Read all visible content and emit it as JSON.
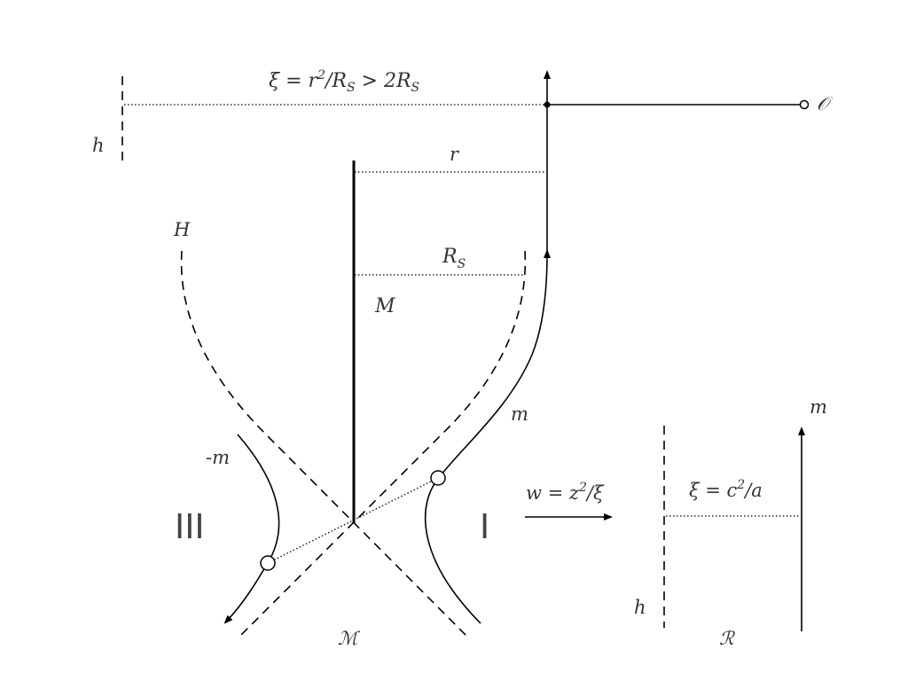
{
  "formula_top": {
    "xi": "ξ",
    "eq1": " = r",
    "exp": "2",
    "slash": "/R",
    "sub1": "S",
    "gt": " > 2R",
    "sub2": "S"
  },
  "label_h_top": "h",
  "label_h_bottom": "h",
  "label_observer": "𝒪",
  "label_r": "r",
  "label_RS_main": "R",
  "label_RS_sub": "S",
  "label_H": "H",
  "label_M": "M",
  "label_m": "m",
  "label_neg_m": "-m",
  "label_III": "III",
  "label_I": "I",
  "label_manifold_M": "ℳ",
  "label_manifold_R": "ℛ",
  "label_m_right": "m",
  "formula_w": {
    "lhs": "w = z",
    "exp": "2",
    "rhs": "/ξ"
  },
  "formula_c": {
    "lhs": "ξ = c",
    "exp": "2",
    "rhs": "/a"
  }
}
